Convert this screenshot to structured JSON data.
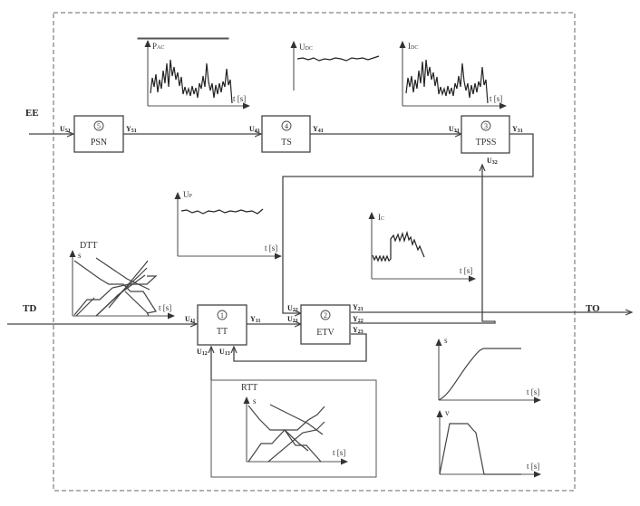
{
  "diagram": {
    "external": {
      "ee": "EE",
      "td": "TD",
      "to": "TO"
    },
    "blocks": [
      {
        "id": "psn",
        "number": "5",
        "label": "PSN",
        "inputs": [
          "U51"
        ],
        "outputs": [
          "Y51"
        ]
      },
      {
        "id": "ts",
        "number": "4",
        "label": "TS",
        "inputs": [
          "U41"
        ],
        "outputs": [
          "Y41"
        ]
      },
      {
        "id": "tpss",
        "number": "3",
        "label": "TPSS",
        "inputs": [
          "U31",
          "U32"
        ],
        "outputs": [
          "Y31"
        ]
      },
      {
        "id": "etv",
        "number": "2",
        "label": "ETV",
        "inputs": [
          "U22",
          "U21"
        ],
        "outputs": [
          "Y21",
          "Y22",
          "Y23"
        ]
      },
      {
        "id": "tt",
        "number": "1",
        "label": "TT",
        "inputs": [
          "U11",
          "U12",
          "U13"
        ],
        "outputs": [
          "Y11"
        ]
      }
    ],
    "ports": {
      "u51": {
        "main": "U",
        "sub": "51"
      },
      "y51": {
        "main": "Y",
        "sub": "51"
      },
      "u41": {
        "main": "U",
        "sub": "41"
      },
      "y41": {
        "main": "Y",
        "sub": "41"
      },
      "u31": {
        "main": "U",
        "sub": "31"
      },
      "u32": {
        "main": "U",
        "sub": "32"
      },
      "y31": {
        "main": "Y",
        "sub": "31"
      },
      "u22": {
        "main": "U",
        "sub": "22"
      },
      "u21": {
        "main": "U",
        "sub": "21"
      },
      "y21": {
        "main": "Y",
        "sub": "21"
      },
      "y22": {
        "main": "Y",
        "sub": "22"
      },
      "y23": {
        "main": "Y",
        "sub": "23"
      },
      "u11": {
        "main": "U",
        "sub": "11"
      },
      "u12": {
        "main": "U",
        "sub": "12"
      },
      "u13": {
        "main": "U",
        "sub": "13"
      },
      "y11": {
        "main": "Y",
        "sub": "11"
      }
    },
    "plots": {
      "pac": {
        "ylabel": "P",
        "ysub": "AC",
        "xlabel": "t [s]",
        "shape": "noisy power"
      },
      "udc": {
        "ylabel": "U",
        "ysub": "DC",
        "xlabel": "",
        "shape": "flat noisy voltage"
      },
      "idc": {
        "ylabel": "I",
        "ysub": "DC",
        "xlabel": "t [s]",
        "shape": "noisy current"
      },
      "up": {
        "ylabel": "U",
        "ysub": "P",
        "xlabel": "t [s]",
        "shape": "flat noisy voltage"
      },
      "ic": {
        "ylabel": "I",
        "ysub": "C",
        "xlabel": "t [s]",
        "shape": "sawtooth step"
      },
      "dtt": {
        "title": "DTT",
        "ylabel": "s",
        "xlabel": "t [s]",
        "shape": "timetable lines"
      },
      "rtt": {
        "title": "RTT",
        "ylabel": "s",
        "xlabel": "t [s]",
        "shape": "timetable lines"
      },
      "s_curve": {
        "ylabel": "s",
        "xlabel": "t [s]",
        "shape": "distance profile"
      },
      "v_curve": {
        "ylabel": "v",
        "xlabel": "t [s]",
        "shape": "speed profile"
      }
    }
  }
}
